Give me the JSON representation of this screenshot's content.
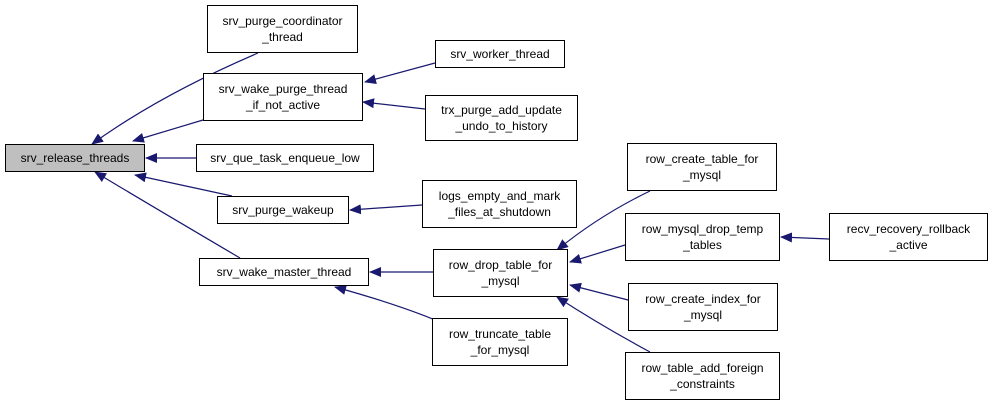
{
  "diagram": {
    "edge_color": "#191970",
    "root_fill": "#bfbfbf",
    "nodes": [
      {
        "id": "root",
        "label": "srv_release_threads",
        "root": true
      },
      {
        "id": "pc",
        "label": "srv_purge_coordinator\n_thread"
      },
      {
        "id": "wp",
        "label": "srv_wake_purge_thread\n_if_not_active"
      },
      {
        "id": "qt",
        "label": "srv_que_task_enqueue_low"
      },
      {
        "id": "pw",
        "label": "srv_purge_wakeup"
      },
      {
        "id": "wm",
        "label": "srv_wake_master_thread"
      },
      {
        "id": "wt",
        "label": "srv_worker_thread"
      },
      {
        "id": "tp",
        "label": "trx_purge_add_update\n_undo_to_history"
      },
      {
        "id": "le",
        "label": "logs_empty_and_mark\n_files_at_shutdown"
      },
      {
        "id": "rd",
        "label": "row_drop_table_for\n_mysql"
      },
      {
        "id": "rt",
        "label": "row_truncate_table\n_for_mysql"
      },
      {
        "id": "rc",
        "label": "row_create_table_for\n_mysql"
      },
      {
        "id": "rm",
        "label": "row_mysql_drop_temp\n_tables"
      },
      {
        "id": "ri",
        "label": "row_create_index_for\n_mysql"
      },
      {
        "id": "ra",
        "label": "row_table_add_foreign\n_constraints"
      },
      {
        "id": "rr",
        "label": "recv_recovery_rollback\n_active"
      }
    ],
    "edges": [
      {
        "from": "pc",
        "to": "root"
      },
      {
        "from": "wp",
        "to": "root"
      },
      {
        "from": "qt",
        "to": "root"
      },
      {
        "from": "pw",
        "to": "root"
      },
      {
        "from": "wm",
        "to": "root"
      },
      {
        "from": "wt",
        "to": "wp"
      },
      {
        "from": "tp",
        "to": "wp"
      },
      {
        "from": "le",
        "to": "pw"
      },
      {
        "from": "rd",
        "to": "wm"
      },
      {
        "from": "rt",
        "to": "wm"
      },
      {
        "from": "rc",
        "to": "rd"
      },
      {
        "from": "rm",
        "to": "rd"
      },
      {
        "from": "ri",
        "to": "rd"
      },
      {
        "from": "ra",
        "to": "rd"
      },
      {
        "from": "rr",
        "to": "rm"
      }
    ]
  }
}
